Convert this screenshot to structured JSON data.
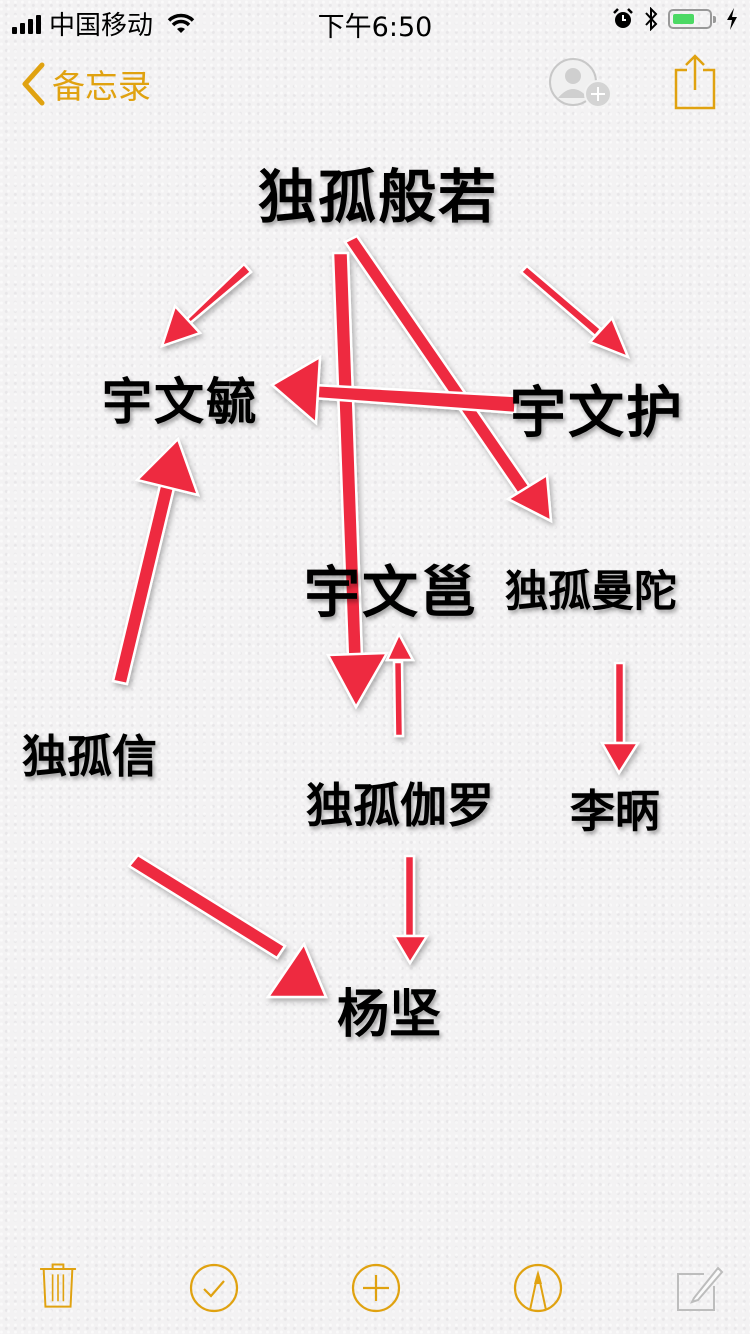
{
  "status_bar": {
    "carrier": "中国移动",
    "time": "下午6:50",
    "signal_bars": 4,
    "battery_percent": 50,
    "icons": [
      "signal-icon",
      "wifi-icon",
      "alarm-icon",
      "bluetooth-icon",
      "battery-icon",
      "charging-bolt-icon"
    ]
  },
  "nav_bar": {
    "back_label": "备忘录",
    "icons": [
      "chevron-left-icon",
      "add-person-icon",
      "share-icon"
    ]
  },
  "note": {
    "names": [
      {
        "id": "dugu-banruo",
        "text": "独孤般若"
      },
      {
        "id": "yuwen-yu",
        "text": "宇文毓"
      },
      {
        "id": "yuwen-hu",
        "text": "宇文护"
      },
      {
        "id": "yuwen-yong",
        "text": "宇文邕"
      },
      {
        "id": "dugu-mantuo",
        "text": "独孤曼陀"
      },
      {
        "id": "dugu-xin",
        "text": "独孤信"
      },
      {
        "id": "dugu-qieluo",
        "text": "独孤伽罗"
      },
      {
        "id": "li-bing",
        "text": "李昞"
      },
      {
        "id": "yang-jian",
        "text": "杨坚"
      }
    ],
    "arrow_color": "#ee2a3f",
    "relations": [
      {
        "from": "独孤般若",
        "to": "宇文毓"
      },
      {
        "from": "独孤般若",
        "to": "宇文护"
      },
      {
        "from": "独孤般若",
        "to": "独孤伽罗"
      },
      {
        "from": "独孤般若",
        "to": "独孤曼陀"
      },
      {
        "from": "宇文护",
        "to": "宇文毓"
      },
      {
        "from": "独孤信",
        "to": "宇文毓"
      },
      {
        "from": "独孤伽罗",
        "to": "宇文邕"
      },
      {
        "from": "独孤曼陀",
        "to": "李昞"
      },
      {
        "from": "独孤信",
        "to": "杨坚"
      },
      {
        "from": "独孤伽罗",
        "to": "杨坚"
      }
    ]
  },
  "toolbar": {
    "accent_color": "#e0a210",
    "items": [
      {
        "name": "trash-button",
        "icon": "trash-icon"
      },
      {
        "name": "checklist-button",
        "icon": "checkmark-circle-icon"
      },
      {
        "name": "add-button",
        "icon": "plus-circle-icon"
      },
      {
        "name": "sketch-button",
        "icon": "pen-tip-circle-icon"
      },
      {
        "name": "compose-button",
        "icon": "compose-icon"
      }
    ]
  }
}
